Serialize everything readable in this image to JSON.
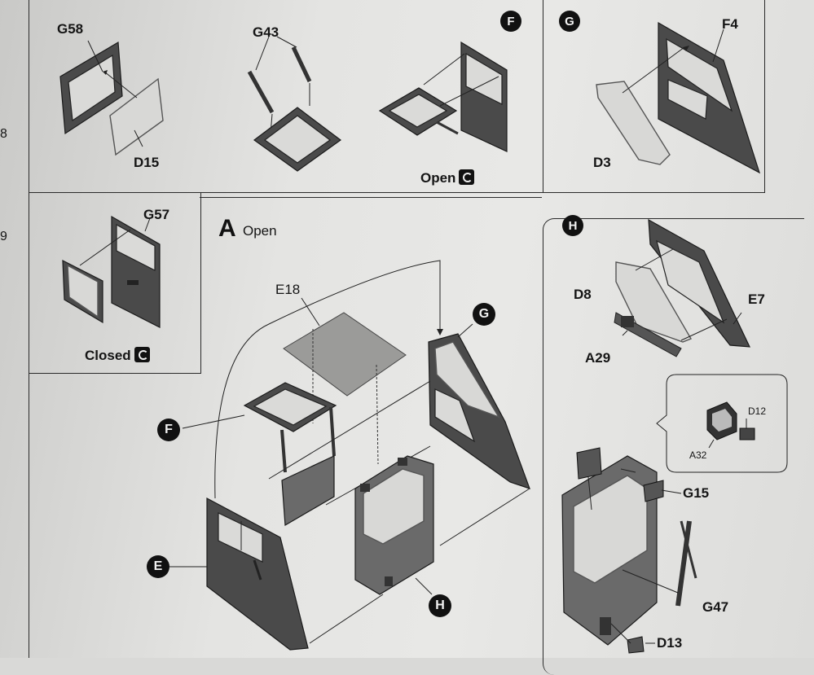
{
  "panels": {
    "g58": {
      "top_label": "G58",
      "bottom_label": "D15"
    },
    "g43": {
      "label": "G43"
    },
    "f": {
      "badge": "F",
      "caption": "Open"
    },
    "g": {
      "badge": "G",
      "top_label": "F4",
      "bottom_label": "D3"
    },
    "g57": {
      "label": "G57",
      "caption": "Closed"
    },
    "h": {
      "badge": "H",
      "label_d8": "D8",
      "label_e7": "E7",
      "label_a29": "A29",
      "inset_a32": "A32",
      "inset_d12": "D12",
      "label_g15": "G15",
      "label_g47": "G47",
      "label_d13": "D13"
    }
  },
  "assembly": {
    "step_letter": "A",
    "step_caption": "Open",
    "label_e18": "E18",
    "badge_f": "F",
    "badge_g": "G",
    "badge_e": "E",
    "badge_h": "H"
  },
  "edge_fragments": [
    "8",
    "9"
  ],
  "icons": {
    "open_icon": "yin-yang-icon",
    "closed_icon": "yin-yang-icon"
  },
  "colors": {
    "paper": "#e4e4e2",
    "ink": "#151515",
    "part": "#4a4a4a",
    "glass": "#c4c4c2"
  }
}
